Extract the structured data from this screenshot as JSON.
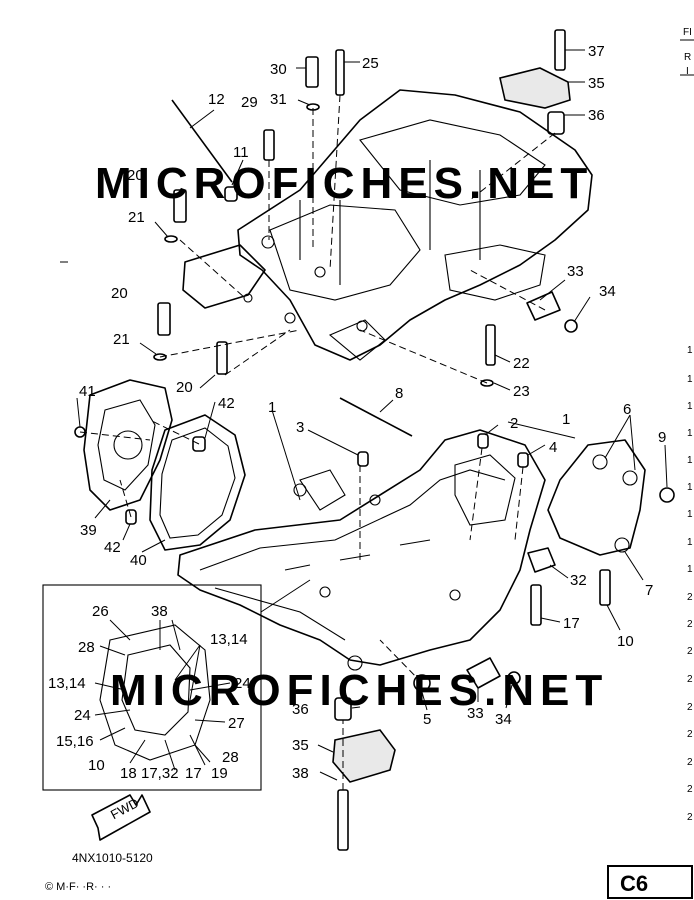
{
  "watermarks": [
    "MICROFICHES.NET",
    "MICROFICHES.NET"
  ],
  "model_code": "4NX1010-5120",
  "page_ref": "C6",
  "fwd_label": "FWD",
  "footer_stamp": "© M·F· ·R· · ·",
  "right_edge_header": [
    "FI",
    "R",
    "I"
  ],
  "right_edge_index": [
    "1",
    "1",
    "1",
    "1",
    "1",
    "1",
    "1",
    "1",
    "1",
    "2",
    "2",
    "2",
    "2",
    "2",
    "2",
    "2",
    "2",
    "2"
  ],
  "callouts": {
    "c37": "37",
    "c35": "35",
    "c36": "36",
    "c30": "30",
    "c25": "25",
    "c12": "12",
    "c29": "29",
    "c31": "31",
    "c11": "11",
    "c20a": "20",
    "c21a": "21",
    "c20b": "20",
    "c21b": "21",
    "c20c": "20",
    "c33a": "33",
    "c34a": "34",
    "c22": "22",
    "c23": "23",
    "c8": "8",
    "c41": "41",
    "c42a": "42",
    "c1a": "1",
    "c3": "3",
    "c2": "2",
    "c1b": "1",
    "c4": "4",
    "c6": "6",
    "c9": "9",
    "c39": "39",
    "c42b": "42",
    "c40": "40",
    "c7": "7",
    "c32": "32",
    "c17": "17",
    "c10": "10",
    "c26": "26",
    "c38a": "38",
    "c28a": "28",
    "c1314a": "13,14",
    "c1314b": "13,14",
    "c24a": "24",
    "c24b": "24",
    "c27": "27",
    "c1516": "15,16",
    "c10b": "10",
    "c18": "18",
    "c1732": "17,32",
    "c17b": "17",
    "c19": "19",
    "c28b": "28",
    "c36b": "36",
    "c5": "5",
    "c33b": "33",
    "c34b": "34",
    "c35b": "35",
    "c38b": "38"
  }
}
